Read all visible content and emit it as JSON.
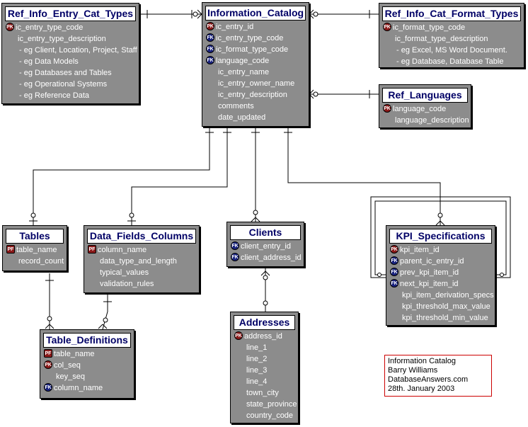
{
  "entities": {
    "ref_info_entry_cat_types": {
      "title": "Ref_Info_Entry_Cat_Types",
      "rows": [
        {
          "key": "PK",
          "text": "ic_entry_type_code"
        },
        {
          "key": "",
          "text": "ic_entry_type_description"
        },
        {
          "key": "",
          "text": "- eg Client, Location, Project, Staff"
        },
        {
          "key": "",
          "text": "- eg Data Models"
        },
        {
          "key": "",
          "text": "- eg Databases and Tables"
        },
        {
          "key": "",
          "text": "- eg Operational Systems"
        },
        {
          "key": "",
          "text": "- eg Reference Data"
        }
      ]
    },
    "information_catalog": {
      "title": "Information_Catalog",
      "rows": [
        {
          "key": "PK",
          "text": "ic_entry_id"
        },
        {
          "key": "FK",
          "text": "ic_entry_type_code"
        },
        {
          "key": "FK",
          "text": "ic_format_type_code"
        },
        {
          "key": "FK",
          "text": "language_code"
        },
        {
          "key": "",
          "text": "ic_entry_name"
        },
        {
          "key": "",
          "text": "ic_entry_owner_name"
        },
        {
          "key": "",
          "text": "ic_entry_description"
        },
        {
          "key": "",
          "text": "comments"
        },
        {
          "key": "",
          "text": "date_updated"
        }
      ]
    },
    "ref_info_cat_format_types": {
      "title": "Ref_Info_Cat_Format_Types",
      "rows": [
        {
          "key": "PK",
          "text": "ic_format_type_code"
        },
        {
          "key": "",
          "text": "ic_format_type_description"
        },
        {
          "key": "",
          "text": "- eg Excel, MS Word Document."
        },
        {
          "key": "",
          "text": "- eg Database, Database Table"
        }
      ]
    },
    "ref_languages": {
      "title": "Ref_Languages",
      "rows": [
        {
          "key": "PK",
          "text": "language_code"
        },
        {
          "key": "",
          "text": "language_description"
        }
      ]
    },
    "tables": {
      "title": "Tables",
      "rows": [
        {
          "key": "PF",
          "text": "table_name"
        },
        {
          "key": "",
          "text": "record_count"
        }
      ]
    },
    "data_fields_columns": {
      "title": "Data_Fields_Columns",
      "rows": [
        {
          "key": "PF",
          "text": "column_name"
        },
        {
          "key": "",
          "text": "data_type_and_length"
        },
        {
          "key": "",
          "text": "typical_values"
        },
        {
          "key": "",
          "text": "validation_rules"
        }
      ]
    },
    "clients": {
      "title": "Clients",
      "rows": [
        {
          "key": "FK",
          "text": "client_entry_id"
        },
        {
          "key": "FK",
          "text": "client_address_id"
        }
      ]
    },
    "kpi_specifications": {
      "title": "KPI_Specifications",
      "rows": [
        {
          "key": "PK",
          "text": "kpi_item_id"
        },
        {
          "key": "FK",
          "text": "parent_ic_entry_id"
        },
        {
          "key": "FK",
          "text": "prev_kpi_item_id"
        },
        {
          "key": "FK",
          "text": "next_kpi_item_id"
        },
        {
          "key": "",
          "text": "kpi_item_derivation_specs"
        },
        {
          "key": "",
          "text": "kpi_threshold_max_value"
        },
        {
          "key": "",
          "text": "kpi_threshold_min_value"
        }
      ]
    },
    "addresses": {
      "title": "Addresses",
      "rows": [
        {
          "key": "PK",
          "text": "address_id"
        },
        {
          "key": "",
          "text": "line_1"
        },
        {
          "key": "",
          "text": "line_2"
        },
        {
          "key": "",
          "text": "line_3"
        },
        {
          "key": "",
          "text": "line_4"
        },
        {
          "key": "",
          "text": "town_city"
        },
        {
          "key": "",
          "text": "state_province"
        },
        {
          "key": "",
          "text": "country_code"
        }
      ]
    },
    "table_definitions": {
      "title": "Table_Definitions",
      "rows": [
        {
          "key": "PF",
          "text": "table_name"
        },
        {
          "key": "PK",
          "text": "col_seq"
        },
        {
          "key": "",
          "text": "key_seq"
        },
        {
          "key": "FK",
          "text": "column_name"
        }
      ]
    }
  },
  "note": {
    "lines": [
      "Information Catalog",
      "Barry Williams",
      "DatabaseAnswers.com",
      "28th. January 2003"
    ]
  },
  "colors": {
    "entity_fill": "#8c8c8c",
    "title_text": "#000066",
    "pk_badge": "#8b1a1a",
    "fk_badge": "#1a237e",
    "note_border": "#cc0000"
  }
}
